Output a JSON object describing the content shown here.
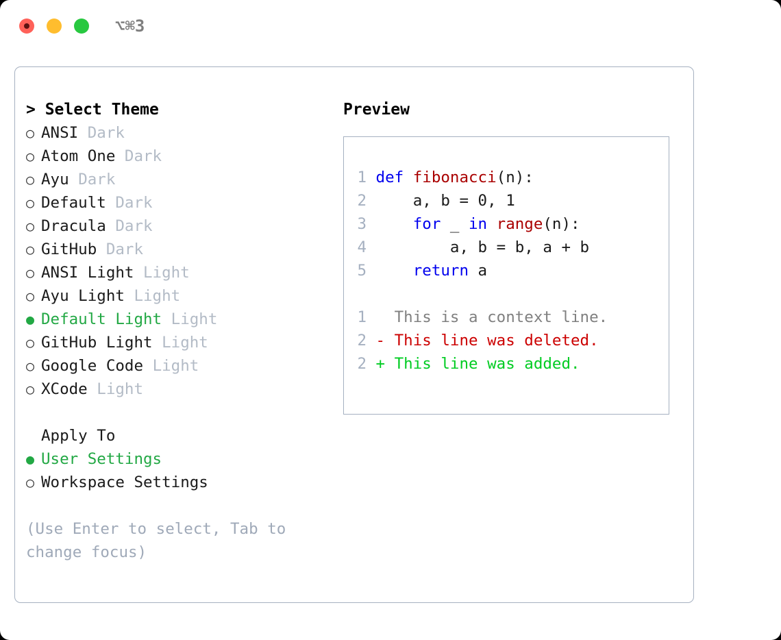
{
  "window": {
    "shortcut": "⌥⌘3",
    "traffic_lights": [
      {
        "name": "close",
        "color": "#ff6159"
      },
      {
        "name": "minimize",
        "color": "#ffbd2e"
      },
      {
        "name": "maximize",
        "color": "#28c840"
      }
    ]
  },
  "theme_picker": {
    "header": "> Select Theme",
    "marker_off": "○",
    "marker_on": "●",
    "items": [
      {
        "name": "ANSI",
        "category": "Dark",
        "selected": false
      },
      {
        "name": "Atom One",
        "category": "Dark",
        "selected": false
      },
      {
        "name": "Ayu",
        "category": "Dark",
        "selected": false
      },
      {
        "name": "Default",
        "category": "Dark",
        "selected": false
      },
      {
        "name": "Dracula",
        "category": "Dark",
        "selected": false
      },
      {
        "name": "GitHub",
        "category": "Dark",
        "selected": false
      },
      {
        "name": "ANSI Light",
        "category": "Light",
        "selected": false
      },
      {
        "name": "Ayu Light",
        "category": "Light",
        "selected": false
      },
      {
        "name": "Default Light",
        "category": "Light",
        "selected": true
      },
      {
        "name": "GitHub Light",
        "category": "Light",
        "selected": false
      },
      {
        "name": "Google Code",
        "category": "Light",
        "selected": false
      },
      {
        "name": "XCode",
        "category": "Light",
        "selected": false
      }
    ]
  },
  "apply_to": {
    "title": "Apply To",
    "options": [
      {
        "label": "User Settings",
        "selected": true
      },
      {
        "label": "Workspace Settings",
        "selected": false
      }
    ]
  },
  "hint": "(Use Enter to select, Tab to change focus)",
  "preview": {
    "header": "Preview",
    "code_lines": [
      {
        "no": "1",
        "tokens": [
          {
            "t": "def",
            "c": "kw"
          },
          {
            "t": " ",
            "c": "txt"
          },
          {
            "t": "fibonacci",
            "c": "fn"
          },
          {
            "t": "(n):",
            "c": "txt"
          }
        ]
      },
      {
        "no": "2",
        "tokens": [
          {
            "t": "    a, b = 0, 1",
            "c": "txt"
          }
        ]
      },
      {
        "no": "3",
        "tokens": [
          {
            "t": "    ",
            "c": "txt"
          },
          {
            "t": "for",
            "c": "kw"
          },
          {
            "t": " _ ",
            "c": "txt"
          },
          {
            "t": "in",
            "c": "kw"
          },
          {
            "t": " ",
            "c": "txt"
          },
          {
            "t": "range",
            "c": "fn"
          },
          {
            "t": "(n):",
            "c": "txt"
          }
        ]
      },
      {
        "no": "4",
        "tokens": [
          {
            "t": "        a, b = b, a + b",
            "c": "txt"
          }
        ]
      },
      {
        "no": "5",
        "tokens": [
          {
            "t": "    ",
            "c": "txt"
          },
          {
            "t": "return",
            "c": "kw"
          },
          {
            "t": " a",
            "c": "txt"
          }
        ]
      }
    ],
    "diff_lines": [
      {
        "no": "1",
        "prefix": "  ",
        "text": "This is a context line.",
        "kind": "diff-ctx"
      },
      {
        "no": "2",
        "prefix": "- ",
        "text": "This line was deleted.",
        "kind": "diff-del"
      },
      {
        "no": "2",
        "prefix": "+ ",
        "text": "This line was added.",
        "kind": "diff-add"
      }
    ]
  },
  "colors": {
    "accent_green": "#22a844",
    "muted_gray": "#b3bbc6",
    "border": "#a5b0c0",
    "keyword_blue": "#0000ee",
    "function_red": "#aa0000",
    "diff_add": "#00cc22",
    "diff_del": "#cc0000"
  }
}
